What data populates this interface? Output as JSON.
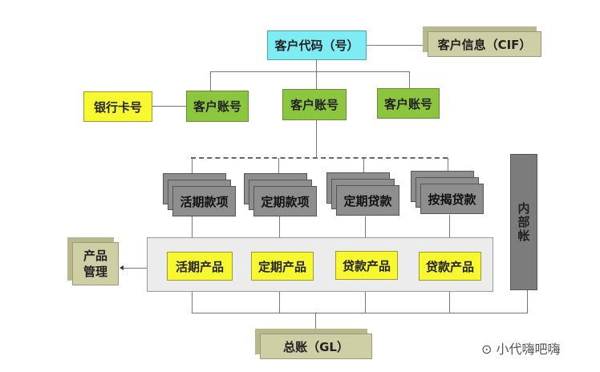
{
  "customer_code": "客户代码（号）",
  "cif": "客户信息（CIF）",
  "bank_card": "银行卡号",
  "accounts": [
    "客户账号",
    "客户账号",
    "客户账号"
  ],
  "account_types": [
    "活期款项",
    "定期款项",
    "定期贷款",
    "按揭贷款"
  ],
  "internal_account": "内部帐",
  "products": [
    "活期产品",
    "定期产品",
    "贷款产品",
    "贷款产品"
  ],
  "product_mgmt": "产品管理",
  "gl": "总账（GL）",
  "watermark": "小代嗨吧嗨"
}
